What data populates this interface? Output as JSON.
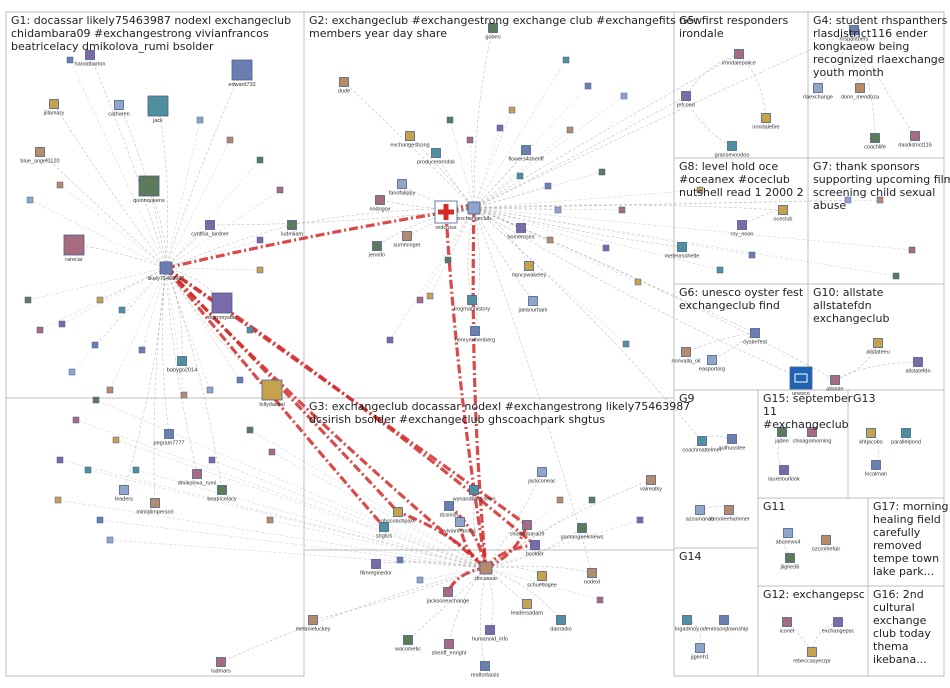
{
  "groups": [
    {
      "id": "G1",
      "title_lines": [
        "G1: docassar likely75463987 nodexl exchangeclub",
        "chidambara09 #exchangestrong vivianfrancos",
        "beatricelacy dmikolova_rumi bsolder"
      ]
    },
    {
      "id": "G2",
      "title_lines": [
        "G2: exchangeclub #exchangestrong exchange club #exchangefits new",
        "members year day share"
      ]
    },
    {
      "id": "G3",
      "title_lines": [
        "G3: exchangeclub docassar nodexl #exchangestrong likely75463987",
        "dcsirish bsolder #exchangeclub ghscoachpark shgtus"
      ]
    },
    {
      "id": "G4",
      "title_lines": [
        "G4: student rhspanthers",
        "rlasdistrict116 ender",
        "kongkaeow being",
        "recognized rlaexchange",
        "youth month"
      ]
    },
    {
      "id": "G5",
      "title_lines": [
        "G5: first responders",
        "irondale"
      ]
    },
    {
      "id": "G6",
      "title_lines": [
        "G6: unesco oyster fest",
        "exchangeclub find"
      ]
    },
    {
      "id": "G7",
      "title_lines": [
        "G7: thank sponsors",
        "supporting upcoming film",
        "screening child sexual",
        "abuse"
      ]
    },
    {
      "id": "G8",
      "title_lines": [
        "G8: level hold oce",
        "#oceanex #oceclub",
        "nutshell read 1 2000 2"
      ]
    },
    {
      "id": "G9",
      "title_lines": [
        "G9"
      ]
    },
    {
      "id": "G10",
      "title_lines": [
        "G10: allstate",
        "allstatefdn",
        "exchangeclub"
      ]
    },
    {
      "id": "G11",
      "title_lines": [
        "G11"
      ]
    },
    {
      "id": "G12",
      "title_lines": [
        "G12: exchangepsc"
      ]
    },
    {
      "id": "G13",
      "title_lines": [
        "G13"
      ]
    },
    {
      "id": "G14",
      "title_lines": [
        "G14"
      ]
    },
    {
      "id": "G15",
      "title_lines": [
        "G15: september",
        "11",
        "#exchangeclub"
      ]
    },
    {
      "id": "G16",
      "title_lines": [
        "G16: 2nd",
        "cultural",
        "exchange",
        "club today",
        "thema",
        "ikebana..."
      ]
    },
    {
      "id": "G17",
      "title_lines": [
        "G17: morning",
        "healing field",
        "carefully",
        "removed",
        "tempe town",
        "lake park..."
      ]
    }
  ],
  "nodes": [
    {
      "id": "likely75463987",
      "label": "likely75463987",
      "hub": true
    },
    {
      "id": "exchangeclub",
      "label": "exchangeclub",
      "hub": true
    },
    {
      "id": "docassar",
      "label": "docassar",
      "hub": true
    },
    {
      "id": "redcross",
      "label": "redcross"
    },
    {
      "id": "chidambara09",
      "label": "chidambara09"
    },
    {
      "id": "bsolder",
      "label": "bsolder"
    },
    {
      "id": "ghscoachpark",
      "label": "ghscoachpark"
    },
    {
      "id": "shgtus",
      "label": "shgtus"
    },
    {
      "id": "dcsirish",
      "label": "dcsirish"
    },
    {
      "id": "vivianfrancos",
      "label": "vivianfrancos"
    },
    {
      "id": "nodexl",
      "label": "nodexl"
    },
    {
      "id": "beatricelacy",
      "label": "beatricelacy"
    },
    {
      "id": "dmikolova_rumi",
      "label": "dmikolova_rumi"
    },
    {
      "id": "haroldbarton",
      "label": "haroldbarton"
    },
    {
      "id": "jillamary",
      "label": "jillamary"
    },
    {
      "id": "jack",
      "label": "jack"
    },
    {
      "id": "edward733",
      "label": "edward733"
    },
    {
      "id": "catharen",
      "label": "catharen"
    },
    {
      "id": "blue_angel0120",
      "label": "blue_angel0120"
    },
    {
      "id": "quinnqueens",
      "label": "quinnqueens"
    },
    {
      "id": "rarecar",
      "label": "rarecar"
    },
    {
      "id": "drjimmystar",
      "label": "drjimmystar"
    },
    {
      "id": "lollydaskal",
      "label": "lollydaskal"
    },
    {
      "id": "babygo2014",
      "label": "babygo2014"
    },
    {
      "id": "pegram7777",
      "label": "pegram7777"
    },
    {
      "id": "leaders",
      "label": "leaders"
    },
    {
      "id": "mintalimpersori",
      "label": "mintalimpersori"
    },
    {
      "id": "ludmilam",
      "label": "ludmilam"
    },
    {
      "id": "ludmars",
      "label": "ludmars"
    },
    {
      "id": "cynthia_lardner",
      "label": "cynthia_lardner"
    },
    {
      "id": "exchangestrong",
      "label": "exchangestrong"
    },
    {
      "id": "producemrndsk",
      "label": "producemrndsk"
    },
    {
      "id": "flowers4sheriff",
      "label": "flowers4sheriff"
    },
    {
      "id": "fanofalippy",
      "label": "fanofalippy"
    },
    {
      "id": "summinger",
      "label": "summinger"
    },
    {
      "id": "jennifo",
      "label": "jennifo"
    },
    {
      "id": "nodogov",
      "label": "nodogov"
    },
    {
      "id": "homeroses",
      "label": "homeroses"
    },
    {
      "id": "nancywakeley",
      "label": "nancywakeley"
    },
    {
      "id": "frogmanhistory",
      "label": "frogmanhistory"
    },
    {
      "id": "henryrothenberg",
      "label": "henryrothenberg"
    },
    {
      "id": "jaeanurham",
      "label": "jaeanurham"
    },
    {
      "id": "dude",
      "label": "dude"
    },
    {
      "id": "gobeo",
      "label": "gobeo"
    },
    {
      "id": "irondalepolice",
      "label": "irondalepolice"
    },
    {
      "id": "jefcoed",
      "label": "jefcoed"
    },
    {
      "id": "irondalefire",
      "label": "irondalefire"
    },
    {
      "id": "gransevoodoo",
      "label": "gransevoodoo"
    },
    {
      "id": "rhspanthers",
      "label": "rhspanthers"
    },
    {
      "id": "rlaexchange",
      "label": "rlaexchange"
    },
    {
      "id": "donn_mendoza",
      "label": "donn_mendoza"
    },
    {
      "id": "coachlife",
      "label": "coachlife"
    },
    {
      "id": "rlasdistrict116",
      "label": "rlasdistrict116"
    },
    {
      "id": "roy_noon",
      "label": "roy_noon"
    },
    {
      "id": "oceclub",
      "label": "oceclub"
    },
    {
      "id": "meteorsshelte",
      "label": "meteorsshelte"
    },
    {
      "id": "oysterfest",
      "label": "oysterfest"
    },
    {
      "id": "easportorg",
      "label": "easportorg"
    },
    {
      "id": "nonvalla_oil",
      "label": "nonvalla_oil"
    },
    {
      "id": "unesco",
      "label": "unesco"
    },
    {
      "id": "allstate",
      "label": "allstate"
    },
    {
      "id": "allstatefdn",
      "label": "allstatefdn"
    },
    {
      "id": "allstateeu",
      "label": "allstateeu"
    },
    {
      "id": "coachmattelmer",
      "label": "coachmattelmer"
    },
    {
      "id": "authusstee",
      "label": "authusstee"
    },
    {
      "id": "azcumanab",
      "label": "azcumanab"
    },
    {
      "id": "aaronleehammer",
      "label": "aaronleehammer"
    },
    {
      "id": "jadeo",
      "label": "jadeo"
    },
    {
      "id": "chisagomorning",
      "label": "chisagomorning"
    },
    {
      "id": "laurelourlook",
      "label": "laurelourlook"
    },
    {
      "id": "khtjacobs",
      "label": "khtjacobs"
    },
    {
      "id": "parallelpond",
      "label": "parallelpond"
    },
    {
      "id": "localman",
      "label": "localman"
    },
    {
      "id": "abcnews4",
      "label": "abcnews4"
    },
    {
      "id": "ozcrollrefair",
      "label": "ozcrollrefair"
    },
    {
      "id": "jlighe36",
      "label": "jlighe36"
    },
    {
      "id": "iconel",
      "label": "iconel"
    },
    {
      "id": "exchangepsc",
      "label": "exchangepsc"
    },
    {
      "id": "rebeccasyerzpr",
      "label": "rebeccasyerzpr"
    },
    {
      "id": "lngadmoy",
      "label": "lngadmoy"
    },
    {
      "id": "odenmsonjtownship",
      "label": "odenmsonjtownship"
    },
    {
      "id": "jjgenh1",
      "label": "jjgenh1"
    },
    {
      "id": "melanieluckey",
      "label": "melanieluckey"
    },
    {
      "id": "wacometic",
      "label": "wacometic"
    },
    {
      "id": "sheriff_enright",
      "label": "sheriff_enright"
    },
    {
      "id": "humanoid_info",
      "label": "humanoid_info"
    },
    {
      "id": "leadersadam",
      "label": "leadersadam"
    },
    {
      "id": "danradio",
      "label": "danradio"
    },
    {
      "id": "realtorbasis",
      "label": "realtorbasis"
    },
    {
      "id": "jackconeac",
      "label": "jackconeac"
    },
    {
      "id": "valreatky",
      "label": "valreatky"
    },
    {
      "id": "gamangeekniews",
      "label": "gamangeekniews"
    },
    {
      "id": "jacksonexchange",
      "label": "jacksonexchange"
    },
    {
      "id": "flimreginedor",
      "label": "flimreginedor"
    },
    {
      "id": "schuetlogee",
      "label": "schuetlogee"
    },
    {
      "id": "wynandbooyseen",
      "label": "wynandbooyseen"
    }
  ],
  "edges": [
    {
      "from": "likely75463987",
      "to": "docassar",
      "weight": "heavy"
    },
    {
      "from": "likely75463987",
      "to": "exchangeclub",
      "weight": "heavy"
    },
    {
      "from": "likely75463987",
      "to": "chidambara09",
      "weight": "heavy"
    },
    {
      "from": "likely75463987",
      "to": "ghscoachpark",
      "weight": "heavy"
    },
    {
      "from": "likely75463987",
      "to": "shgtus",
      "weight": "heavy"
    },
    {
      "from": "likely75463987",
      "to": "bsolder",
      "weight": "heavy"
    },
    {
      "from": "exchangeclub",
      "to": "docassar",
      "weight": "heavy"
    },
    {
      "from": "exchangeclub",
      "to": "redcross",
      "weight": "heavy"
    },
    {
      "from": "redcross",
      "to": "docassar",
      "weight": "heavy"
    },
    {
      "from": "docassar",
      "to": "chidambara09",
      "weight": "heavy"
    },
    {
      "from": "docassar",
      "to": "bsolder",
      "weight": "heavy"
    },
    {
      "from": "docassar",
      "to": "dcsirish",
      "weight": "heavy"
    },
    {
      "from": "docassar",
      "to": "vivianfrancos",
      "weight": "heavy"
    },
    {
      "from": "docassar",
      "to": "ghscoachpark",
      "weight": "heavy"
    },
    {
      "from": "docassar",
      "to": "jacksonexchange",
      "weight": "heavy"
    },
    {
      "from": "likely75463987",
      "to": "haroldbarton"
    },
    {
      "from": "likely75463987",
      "to": "jillamary"
    },
    {
      "from": "likely75463987",
      "to": "jack"
    },
    {
      "from": "likely75463987",
      "to": "edward733"
    },
    {
      "from": "likely75463987",
      "to": "catharen"
    },
    {
      "from": "likely75463987",
      "to": "blue_angel0120"
    },
    {
      "from": "likely75463987",
      "to": "quinnqueens"
    },
    {
      "from": "likely75463987",
      "to": "rarecar"
    },
    {
      "from": "likely75463987",
      "to": "drjimmystar"
    },
    {
      "from": "likely75463987",
      "to": "lollydaskal"
    },
    {
      "from": "likely75463987",
      "to": "babygo2014"
    },
    {
      "from": "likely75463987",
      "to": "pegram7777"
    },
    {
      "from": "likely75463987",
      "to": "leaders"
    },
    {
      "from": "likely75463987",
      "to": "mintalimpersori"
    },
    {
      "from": "likely75463987",
      "to": "ludmilam"
    },
    {
      "from": "likely75463987",
      "to": "cynthia_lardner"
    },
    {
      "from": "likely75463987",
      "to": "beatricelacy"
    },
    {
      "from": "likely75463987",
      "to": "dmikolova_rumi"
    },
    {
      "from": "exchangeclub",
      "to": "exchangestrong"
    },
    {
      "from": "exchangeclub",
      "to": "producemrndsk"
    },
    {
      "from": "exchangeclub",
      "to": "flowers4sheriff"
    },
    {
      "from": "exchangeclub",
      "to": "fanofalippy"
    },
    {
      "from": "exchangeclub",
      "to": "summinger"
    },
    {
      "from": "exchangeclub",
      "to": "jennifo"
    },
    {
      "from": "exchangeclub",
      "to": "nodogov"
    },
    {
      "from": "exchangeclub",
      "to": "homeroses"
    },
    {
      "from": "exchangeclub",
      "to": "nancywakeley"
    },
    {
      "from": "exchangeclub",
      "to": "frogmanhistory"
    },
    {
      "from": "exchangeclub",
      "to": "henryrothenberg"
    },
    {
      "from": "exchangeclub",
      "to": "jaeanurham"
    },
    {
      "from": "exchangeclub",
      "to": "dude"
    },
    {
      "from": "exchangeclub",
      "to": "gobeo"
    },
    {
      "from": "exchangeclub",
      "to": "irondalepolice"
    },
    {
      "from": "exchangeclub",
      "to": "jefcoed"
    },
    {
      "from": "exchangeclub",
      "to": "rhspanthers"
    },
    {
      "from": "exchangeclub",
      "to": "oceclub"
    },
    {
      "from": "exchangeclub",
      "to": "meteorsshelte"
    },
    {
      "from": "exchangeclub",
      "to": "oysterfest"
    },
    {
      "from": "exchangeclub",
      "to": "allstate"
    },
    {
      "from": "exchangeclub",
      "to": "unesco"
    },
    {
      "from": "exchangeclub",
      "to": "coachmattelmer"
    },
    {
      "from": "exchangeclub",
      "to": "ludmilam"
    },
    {
      "from": "exchangeclub",
      "to": "cynthia_lardner"
    },
    {
      "from": "irondalepolice",
      "to": "jefcoed"
    },
    {
      "from": "irondalepolice",
      "to": "irondalefire"
    },
    {
      "from": "jefcoed",
      "to": "gransevoodoo"
    },
    {
      "from": "rhspanthers",
      "to": "rlaexchange"
    },
    {
      "from": "rhspanthers",
      "to": "donn_mendoza"
    },
    {
      "from": "rhspanthers",
      "to": "coachlife"
    },
    {
      "from": "rhspanthers",
      "to": "rlasdistrict116"
    },
    {
      "from": "oceclub",
      "to": "roy_noon"
    },
    {
      "from": "oysterfest",
      "to": "easportorg"
    },
    {
      "from": "oysterfest",
      "to": "nonvalla_oil"
    },
    {
      "from": "allstate",
      "to": "allstatefdn"
    },
    {
      "from": "allstate",
      "to": "allstateeu"
    },
    {
      "from": "coachmattelmer",
      "to": "authusstee"
    },
    {
      "from": "azcumanab",
      "to": "aaronleehammer"
    },
    {
      "from": "jadeo",
      "to": "laurelourlook"
    },
    {
      "from": "khtjacobs",
      "to": "localman"
    },
    {
      "from": "abcnews4",
      "to": "jlighe36"
    },
    {
      "from": "iconel",
      "to": "rebeccasyerzpr"
    },
    {
      "from": "exchangepsc",
      "to": "rebeccasyerzpr"
    },
    {
      "from": "lngadmoy",
      "to": "jjgenh1"
    },
    {
      "from": "docassar",
      "to": "melanieluckey"
    },
    {
      "from": "docassar",
      "to": "wacometic"
    },
    {
      "from": "docassar",
      "to": "sheriff_enright"
    },
    {
      "from": "docassar",
      "to": "humanoid_info"
    },
    {
      "from": "docassar",
      "to": "leadersadam"
    },
    {
      "from": "docassar",
      "to": "danradio"
    },
    {
      "from": "docassar",
      "to": "realtorbasis"
    },
    {
      "from": "docassar",
      "to": "jackconeac"
    },
    {
      "from": "docassar",
      "to": "valreatky"
    },
    {
      "from": "docassar",
      "to": "gamangeekniews"
    },
    {
      "from": "docassar",
      "to": "flimreginedor"
    },
    {
      "from": "docassar",
      "to": "schuetlogee"
    },
    {
      "from": "docassar",
      "to": "wynandbooyseen"
    },
    {
      "from": "docassar",
      "to": "nodexl"
    },
    {
      "from": "docassar",
      "to": "ludmars"
    },
    {
      "from": "nodexl",
      "to": "exchangeclub"
    }
  ],
  "colors": {
    "heavy_edge": "#d42a2a",
    "light_edge": "#8c8c8c",
    "box": "#bfbfbf",
    "node_border": "#4a5f8f"
  }
}
